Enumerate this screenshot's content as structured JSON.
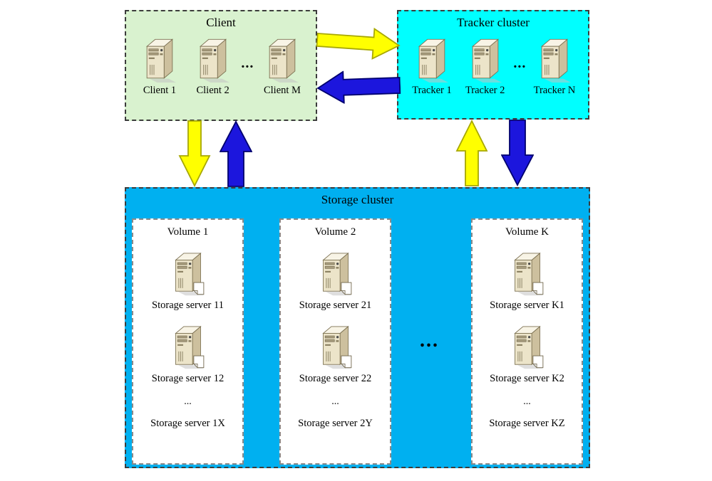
{
  "diagram": {
    "client": {
      "title": "Client",
      "servers": [
        "Client 1",
        "Client 2",
        "Client M"
      ],
      "ellipsis": "...",
      "icon": "tower-server-icon"
    },
    "tracker": {
      "title": "Tracker cluster",
      "servers": [
        "Tracker 1",
        "Tracker 2",
        "Tracker N"
      ],
      "ellipsis": "...",
      "icon": "tower-server-icon"
    },
    "storage": {
      "title": "Storage cluster",
      "ellipsis": "...",
      "icon": "tower-server-with-file-icon",
      "volumes": [
        {
          "title": "Volume 1",
          "server1": "Storage server 11",
          "server2": "Storage server 12",
          "ellipsis": "...",
          "serverLast": "Storage server 1X"
        },
        {
          "title": "Volume 2",
          "server1": "Storage server 21",
          "server2": "Storage server 22",
          "ellipsis": "...",
          "serverLast": "Storage server 2Y"
        },
        {
          "title": "Volume K",
          "server1": "Storage server K1",
          "server2": "Storage server K2",
          "ellipsis": "...",
          "serverLast": "Storage server KZ"
        }
      ]
    }
  },
  "colors": {
    "client_bg": "#d9f2cf",
    "tracker_bg": "#00ffff",
    "storage_bg": "#00b0f0",
    "arrow_yellow": "#ffff00",
    "arrow_yellow_border": "#a8a800",
    "arrow_blue": "#1c16dd",
    "arrow_blue_border": "#00006e"
  }
}
